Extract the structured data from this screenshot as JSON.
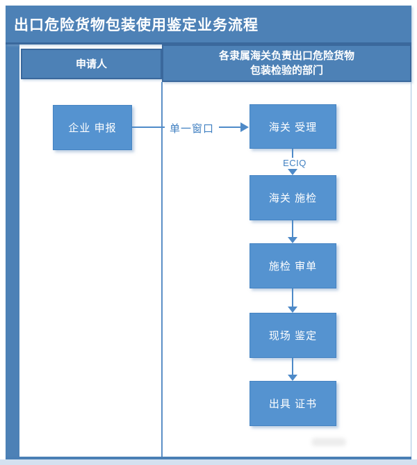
{
  "title": "出口危险货物包装使用鉴定业务流程",
  "lanes": {
    "applicant_header": "申请人",
    "customs_header_line1": "各隶属海关负责出口危险货物",
    "customs_header_line2": "包装检验的部门"
  },
  "flow": {
    "applicant_step": "企业 申报",
    "steps": [
      "海关 受理",
      "海关 施检",
      "施检 审单",
      "现场 鉴定",
      "出具 证书"
    ],
    "arrow_labels": {
      "single_window": "单一窗口",
      "eciq": "ECIQ"
    }
  },
  "colors": {
    "band_blue": "#4d81b6",
    "band_border": "#3a689c",
    "box_fill": "#5593d0",
    "box_border": "#4483c2",
    "arrow_blue": "#4e8ac8",
    "label_text": "#3f7fc1",
    "bottom_strip": "#d4e1f0",
    "text_white": "#ffffff"
  }
}
